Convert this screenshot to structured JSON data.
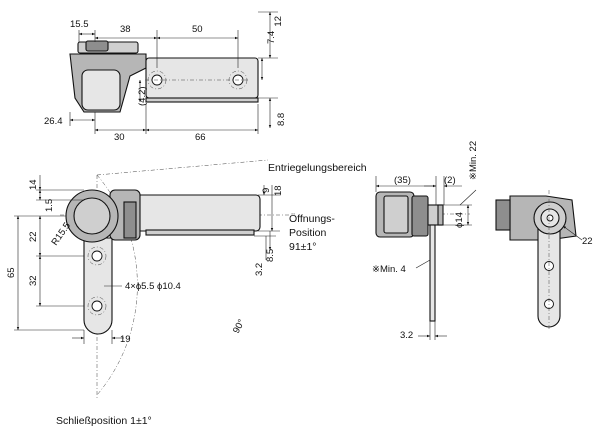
{
  "top_view": {
    "dims": {
      "d15_5": "15.5",
      "d38": "38",
      "d50": "50",
      "d7_4": "7.4",
      "d12": "12",
      "d4_2": "(4.2)",
      "d8_8": "8.8",
      "d26_4": "26.4",
      "d30": "30",
      "d66": "66"
    }
  },
  "front_view": {
    "release_area": "Entriegelungsbereich",
    "open_position_line1": "Öffnungs-",
    "open_position_line2": "Position",
    "open_position_value": "91±1°",
    "closed_position": "Schließposition 1±1°",
    "angle": "90°",
    "holes_callout": "4×ϕ5.5 ϕ10.4",
    "radius": "R15.5",
    "dims": {
      "d14": "14",
      "d1_5": "1.5",
      "d22": "22",
      "d65": "65",
      "d32": "32",
      "d19": "19",
      "d9": "9",
      "d18": "18",
      "d8_5": "8.5",
      "d3_2": "3.2"
    }
  },
  "side_view": {
    "dims": {
      "d35": "(35)",
      "d2": "(2)",
      "min22": "※Min. 22",
      "d14": "ϕ14",
      "min4": "※Min. 4",
      "d3_2": "3.2"
    }
  },
  "right_view": {
    "dims": {
      "d22": "22"
    }
  }
}
